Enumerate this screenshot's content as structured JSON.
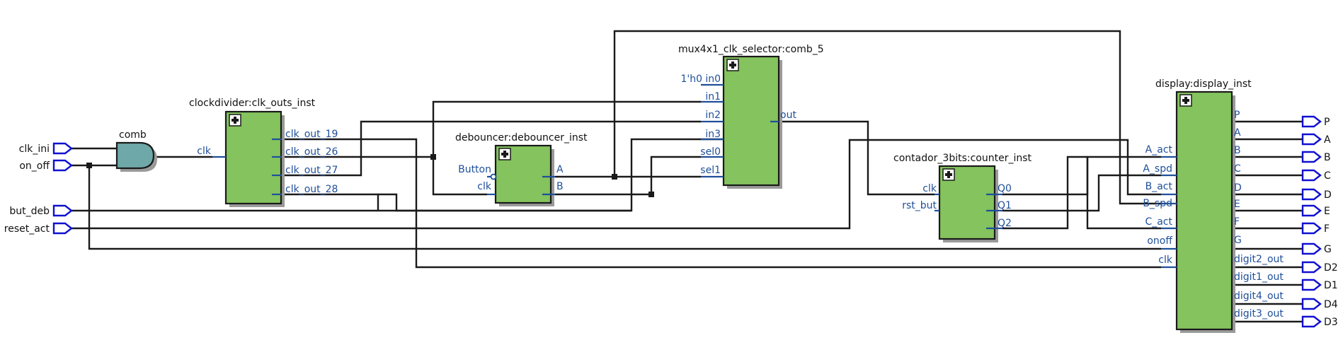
{
  "inputs": [
    "clk_ini",
    "on_off",
    "but_deb",
    "reset_act"
  ],
  "gate": {
    "label": "comb"
  },
  "clockdivider": {
    "title": "clockdivider:clk_outs_inst",
    "in_pins": [
      "clk"
    ],
    "out_pins": [
      "clk_out_19",
      "clk_out_26",
      "clk_out_27",
      "clk_out_28"
    ]
  },
  "debouncer": {
    "title": "debouncer:debouncer_inst",
    "in_pins": [
      "Button",
      "clk"
    ],
    "out_pins": [
      "A",
      "B"
    ]
  },
  "mux": {
    "title": "mux4x1_clk_selector:comb_5",
    "in_pins": [
      "in0",
      "in1",
      "in2",
      "in3",
      "sel0",
      "sel1"
    ],
    "const_label": "1'h0",
    "out_pins": [
      "out"
    ]
  },
  "counter": {
    "title": "contador_3bits:counter_inst",
    "in_pins": [
      "clk",
      "rst_but"
    ],
    "out_pins": [
      "Q0",
      "Q1",
      "Q2"
    ]
  },
  "display": {
    "title": "display:display_inst",
    "in_pins": [
      "A_act",
      "A_spd",
      "B_act",
      "B_spd",
      "C_act",
      "onoff",
      "clk"
    ],
    "out_pins": [
      "P",
      "A",
      "B",
      "C",
      "D",
      "E",
      "F",
      "G",
      "digit2_out",
      "digit1_out",
      "digit4_out",
      "digit3_out"
    ]
  },
  "outputs": [
    "P",
    "A",
    "B",
    "C",
    "D",
    "E",
    "F",
    "G",
    "D2",
    "D1",
    "D4",
    "D3"
  ],
  "icons": {
    "block_expand": "plus-box-icon",
    "io_port": "pentagon-port-icon"
  },
  "colors": {
    "block_fill": "#84c35d",
    "gate_fill": "#6fa8a8",
    "pin_blue": "#1f4f9a",
    "io_blue": "#1010d0"
  }
}
